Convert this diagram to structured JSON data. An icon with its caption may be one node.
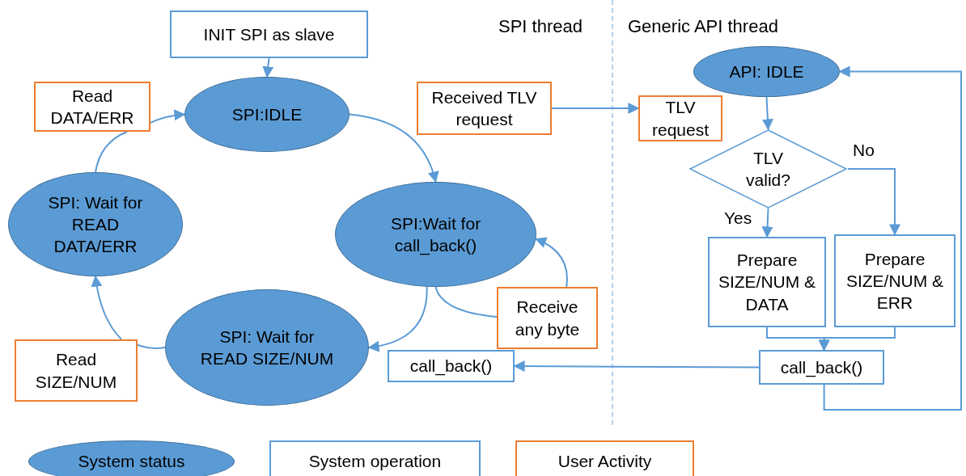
{
  "diagram": {
    "nodes": [
      {
        "text": [
          "INIT SPI as slave"
        ]
      },
      {
        "text": [
          "SPI:IDLE"
        ]
      },
      {
        "text": [
          "Read DATA/ERR"
        ]
      },
      {
        "text": [
          "Received TLV request"
        ]
      },
      {
        "text": [
          "TLV request"
        ]
      },
      {
        "text": [
          "API: IDLE"
        ]
      },
      {
        "text": [
          "SPI: Wait for READ DATA/ERR"
        ]
      },
      {
        "text": [
          "SPI:Wait for call_back()"
        ]
      },
      {
        "text": [
          "TLV valid?"
        ]
      },
      {
        "text": [
          "Prepare SIZE/NUM & DATA"
        ]
      },
      {
        "text": [
          "Prepare SIZE/NUM & ERR"
        ]
      },
      {
        "text": [
          "Receive any byte"
        ]
      },
      {
        "text": [
          "SPI: Wait for READ SIZE/NUM"
        ]
      },
      {
        "text": [
          "Read SIZE/NUM"
        ]
      },
      {
        "text": [
          "call_back()"
        ]
      },
      {
        "text": [
          "call_back()"
        ]
      }
    ],
    "edges": [
      {
        "from": 0,
        "to": 1,
        "arrow": "to"
      },
      {
        "from": 6,
        "to": 2,
        "arrow": "none"
      },
      {
        "from": 2,
        "to": 1,
        "arrow": "to"
      },
      {
        "from": 1,
        "to": 7,
        "arrow": "to"
      },
      {
        "from": 7,
        "to": 11,
        "arrow": "none"
      },
      {
        "from": 11,
        "to": 7,
        "arrow": "to"
      },
      {
        "from": 7,
        "to": 12,
        "arrow": "to"
      },
      {
        "from": 12,
        "to": 13,
        "arrow": "none"
      },
      {
        "from": 13,
        "to": 6,
        "arrow": "to"
      },
      {
        "from": 3,
        "to": 4,
        "arrow": "to"
      },
      {
        "from": 5,
        "to": 8,
        "arrow": "to"
      },
      {
        "from": 8,
        "to": 9,
        "arrow": "to",
        "label": "Yes"
      },
      {
        "from": 8,
        "to": 10,
        "arrow": "to",
        "label": "No"
      },
      {
        "from": 9,
        "to": 15,
        "arrow": "to"
      },
      {
        "from": 10,
        "to": 15,
        "arrow": "to"
      },
      {
        "from": 15,
        "to": 14,
        "arrow": "to"
      },
      {
        "from": 15,
        "to": 5,
        "arrow": "to"
      }
    ],
    "labels": [
      "SPI thread",
      "Generic API thread"
    ],
    "legend": [
      {
        "text": "System status"
      },
      {
        "text": "System operation"
      },
      {
        "text": "User Activity"
      }
    ]
  }
}
